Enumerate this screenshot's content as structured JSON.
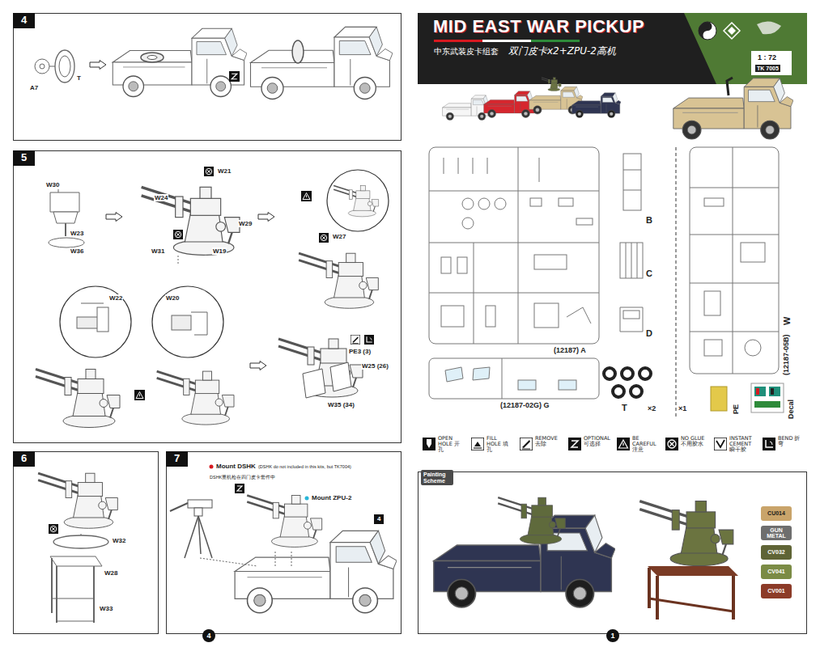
{
  "diagram": {
    "title": "MID EAST WAR PICKUP",
    "nodes": [
      {
        "text": [
          "4"
        ]
      },
      {
        "text": [
          "5"
        ]
      },
      {
        "text": [
          "6"
        ]
      },
      {
        "text": [
          "7"
        ]
      },
      {
        "text": [
          "Painting Scheme"
        ]
      }
    ],
    "labels": [
      "A7",
      "T",
      "W30",
      "W23",
      "W36",
      "W21",
      "W24",
      "W31",
      "W29",
      "W19",
      "W27",
      "W22",
      "W20",
      "PE3 (3)",
      "W25 (26)",
      "W35 (34)",
      "W32",
      "W28",
      "W33",
      "Mount DSHK",
      "(DSHK do not included in this kits, but TK7004)",
      "DSHK重机枪在四门皮卡套件中",
      "Mount ZPU-2",
      "4",
      "4",
      "1",
      "中东武装皮卡组套",
      "双门皮卡x2+ZPU-2高机",
      "1 : 72",
      "TK 7005",
      "(12187) A",
      "B",
      "C",
      "D",
      "W",
      "(12187-05B)",
      "(12187-02G) G",
      "T",
      "×2",
      "×1",
      "PE",
      "Decal"
    ],
    "legend": [
      {
        "text": "OPEN HOLE 开孔"
      },
      {
        "text": "FILL HOLE 填孔"
      },
      {
        "text": "REMOVE 去除"
      },
      {
        "text": "OPTIONAL 可选择"
      },
      {
        "text": "BE CAREFUL 注意"
      },
      {
        "text": "NO GLUE 不用胶水"
      },
      {
        "text": "INSTANT CEMENT 瞬干胶"
      },
      {
        "text": "BEND 折弯"
      },
      {
        "text": "CU014",
        "color": "#c9a46a"
      },
      {
        "text": "GUN METAL",
        "color": "#6e6e6e"
      },
      {
        "text": "CV032",
        "color": "#5f6436"
      },
      {
        "text": "CV041",
        "color": "#7b8b45"
      },
      {
        "text": "CV001",
        "color": "#8c3b28"
      }
    ]
  }
}
